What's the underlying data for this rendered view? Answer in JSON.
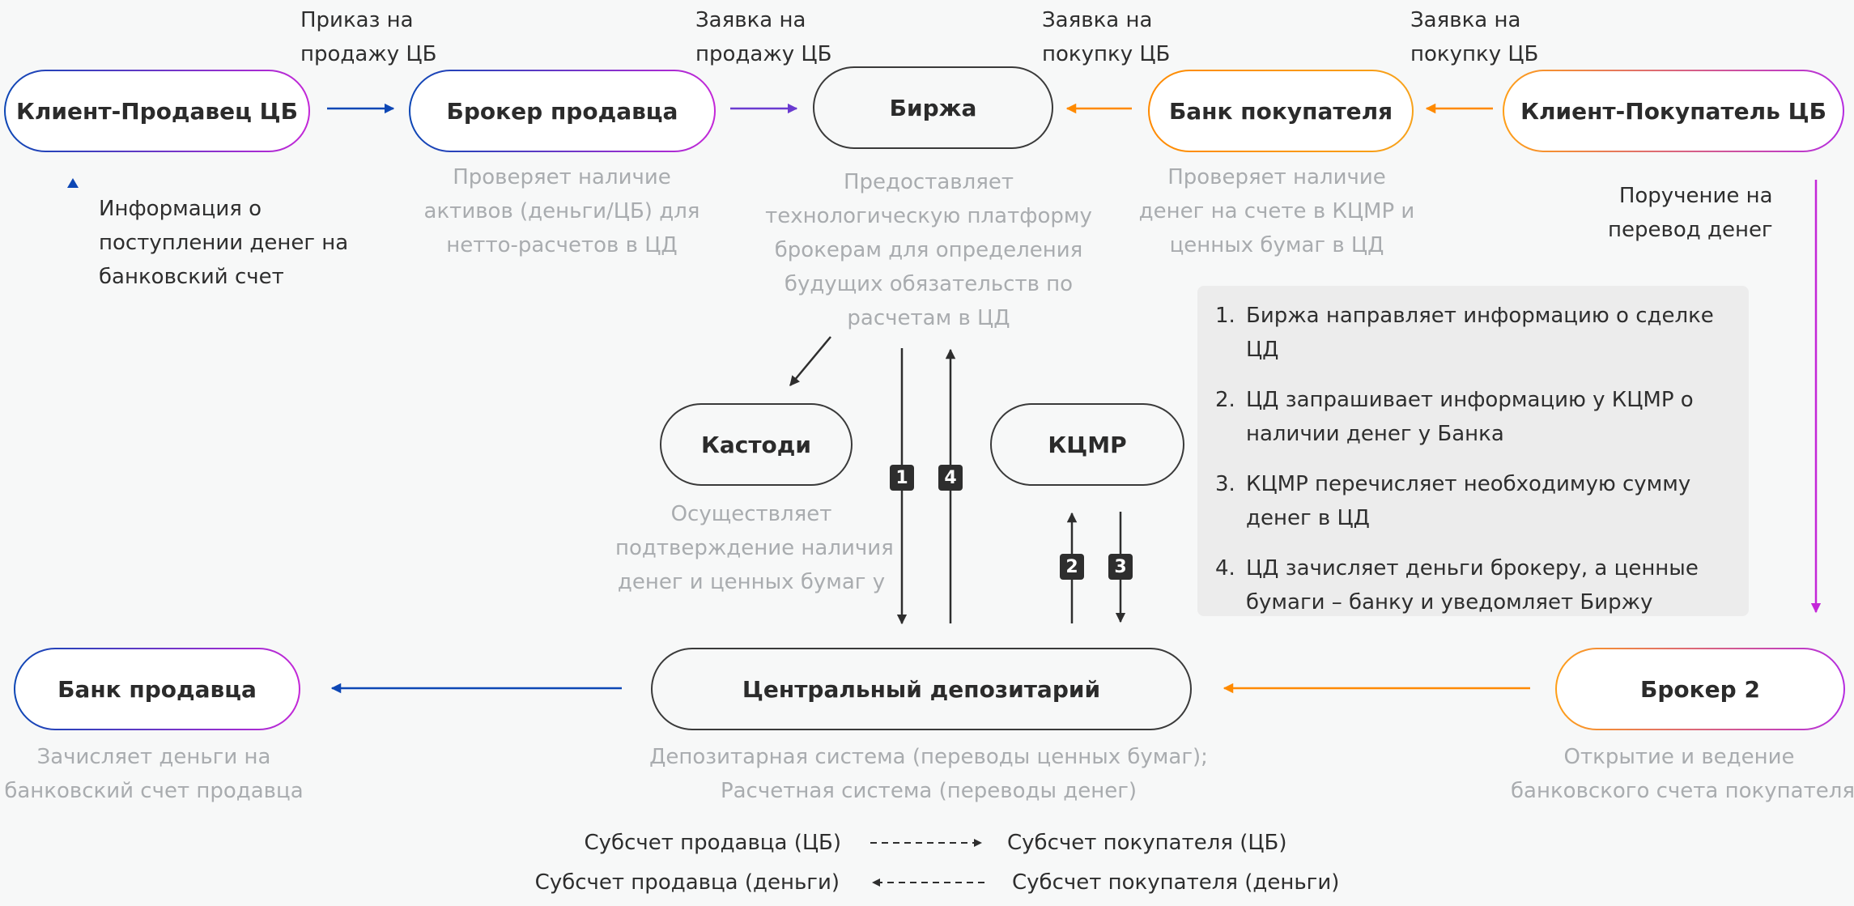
{
  "nodes": {
    "client_seller": "Клиент-Продавец ЦБ",
    "broker_seller": "Брокер продавца",
    "exchange": "Биржа",
    "bank_buyer": "Банк покупателя",
    "client_buyer": "Клиент-Покупатель ЦБ",
    "custody": "Кастоди",
    "kcmr": "КЦМР",
    "bank_seller": "Банк продавца",
    "central_depository": "Центральный депозитарий",
    "broker2": "Брокер 2"
  },
  "arrow_labels": {
    "order_sale": [
      "Приказ на",
      "продажу ЦБ"
    ],
    "request_sale": [
      "Заявка на",
      "продажу ЦБ"
    ],
    "request_buy_bank": [
      "Заявка на",
      "покупку ЦБ"
    ],
    "request_buy_client": [
      "Заявка на",
      "покупку ЦБ"
    ],
    "money_info": [
      "Информация о",
      "поступлении денег на",
      "банковский счет"
    ],
    "transfer_order": [
      "Поручение на",
      "перевод денег"
    ]
  },
  "descriptions": {
    "broker_seller": [
      "Проверяет наличие",
      "активов (деньги/ЦБ) для",
      "нетто-расчетов в ЦД"
    ],
    "exchange": [
      "Предоставляет",
      "технологическую платформу",
      "брокерам для определения",
      "будущих обязательств по",
      "расчетам в ЦД"
    ],
    "bank_buyer": [
      "Проверяет наличие",
      "денег на счете в КЦМР и",
      "ценных бумаг в ЦД"
    ],
    "custody": [
      "Осуществляет",
      "подтверждение наличия",
      "денег и ценных бумаг у"
    ],
    "bank_seller": [
      "Зачисляет деньги на",
      "банковский счет продавца"
    ],
    "central_depository": [
      "Депозитарная система (переводы ценных бумаг);",
      "Расчетная система (переводы денег)"
    ],
    "broker2": [
      "Открытие и ведение",
      "банковского счета покупателя"
    ]
  },
  "badges": [
    "1",
    "4",
    "2",
    "3"
  ],
  "steps": [
    {
      "num": "1.",
      "text": "Биржа направляет информацию о сделке ЦД"
    },
    {
      "num": "2.",
      "text": "ЦД запрашивает информацию у КЦМР о наличии денег у Банка"
    },
    {
      "num": "3.",
      "text": "КЦМР перечисляет необходимую сумму денег в ЦД"
    },
    {
      "num": "4.",
      "text": "ЦД зачисляет деньги брокеру, а ценные бумаги – банку и уведомляет Биржу"
    }
  ],
  "legend": {
    "securities_from": "Субсчет продавца (ЦБ)",
    "securities_to": "Субсчет покупателя (ЦБ)",
    "money_from": "Субсчет продавца (деньги)",
    "money_to": "Субсчет покупателя (деньги)"
  },
  "colors": {
    "blue": "#0d47b5",
    "purple": "#c427d8",
    "orange": "#ff8a00",
    "dark": "#2e2e2e",
    "muted": "#a9acaf"
  }
}
